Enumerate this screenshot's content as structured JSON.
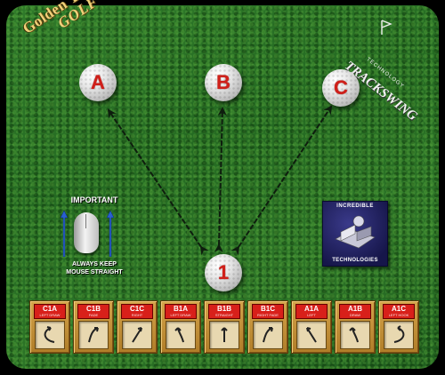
{
  "logos": {
    "golden_tee_line1": "Golden Tee",
    "golden_tee_line2": "GOLF",
    "trackswing": "TRACKSWING",
    "trackswing_sub": "TECHNOLOGY",
    "it_top": "INCREDIBLE",
    "it_bottom": "TECHNOLOGIES"
  },
  "targets": [
    {
      "label": "A",
      "icon": "golf-ball-icon"
    },
    {
      "label": "B",
      "icon": "golf-ball-icon"
    },
    {
      "label": "C",
      "icon": "golf-ball-icon"
    }
  ],
  "start_ball": {
    "label": "1",
    "icon": "golf-ball-icon"
  },
  "important": {
    "title": "IMPORTANT",
    "note_line1": "ALWAYS KEEP",
    "note_line2": "MOUSE STRAIGHT"
  },
  "shots": [
    {
      "code": "C1A",
      "desc": "LEFT DRAW",
      "curve": "hook-left"
    },
    {
      "code": "C1B",
      "desc": "FADE",
      "curve": "fade-right"
    },
    {
      "code": "C1C",
      "desc": "RIGHT",
      "curve": "straight-right"
    },
    {
      "code": "B1A",
      "desc": "LEFT DRAW",
      "curve": "draw-left"
    },
    {
      "code": "B1B",
      "desc": "STRAIGHT",
      "curve": "straight"
    },
    {
      "code": "B1C",
      "desc": "RIGHT FADE",
      "curve": "fade-right"
    },
    {
      "code": "A1A",
      "desc": "LEFT",
      "curve": "straight-left"
    },
    {
      "code": "A1B",
      "desc": "DRAW",
      "curve": "draw-left"
    },
    {
      "code": "A1C",
      "desc": "LEFT HOOK",
      "curve": "hook-right"
    }
  ],
  "colors": {
    "accent_red": "#d8201a",
    "gold": "#d4a34a",
    "green": "#2a6e26"
  }
}
